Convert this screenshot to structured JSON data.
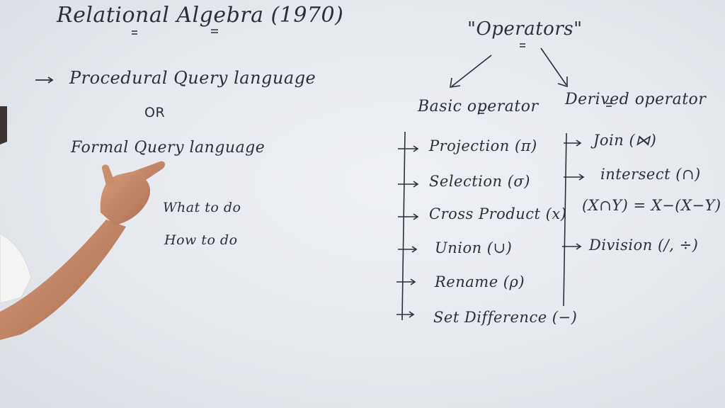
{
  "board": {
    "title": "Relational Algebra (1970)",
    "procedural": "Procedural Query language",
    "or": "OR",
    "formal": "Formal Query language",
    "what": "What to do",
    "how": "How to do",
    "operators_heading": "\"Operators\"",
    "basic_heading": "Basic operator",
    "derived_heading": "Derived operator",
    "basic_items": [
      "Projection (π)",
      "Selection (σ)",
      "Cross Product (x)",
      "Union (∪)",
      "Rename (ρ)",
      "Set Difference (−)"
    ],
    "derived_items": [
      "Join (⋈)",
      "intersect (∩)",
      "(X∩Y) = X−(X−Y)",
      "Division (/, ÷)"
    ]
  },
  "colors": {
    "board": "#e9ecf0",
    "ink": "#2b2f3a",
    "shirt": "#f4f4f4",
    "skin": "#c98e6e"
  }
}
